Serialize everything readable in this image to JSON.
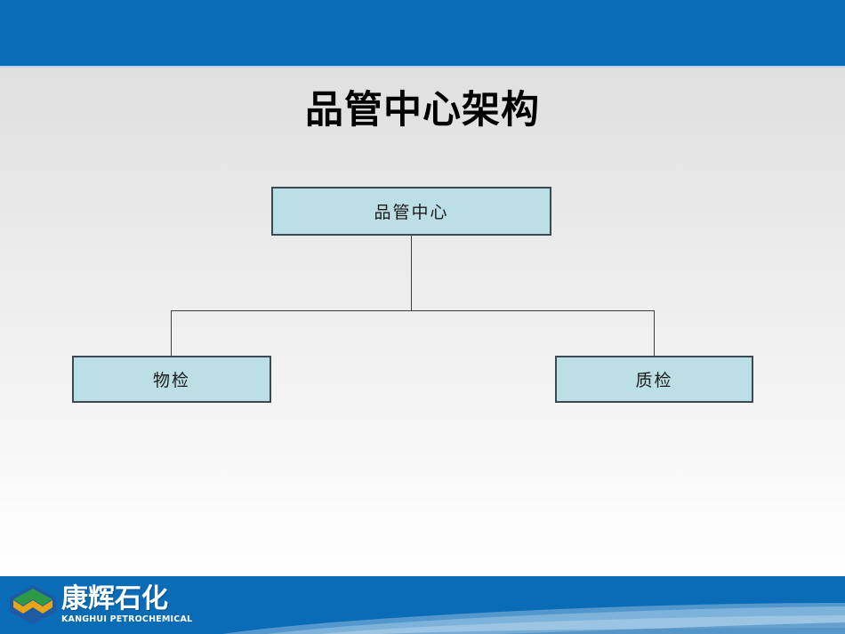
{
  "slide": {
    "title": "品管中心架构",
    "background_top_color": "#dedede",
    "background_bottom_color": "#ffffff",
    "banner_color": "#0a6cb7"
  },
  "org_chart": {
    "node_fill_color": "#bbdfe5",
    "node_border_color": "#3b4a52",
    "connector_color": "#3d3d3d",
    "root": {
      "label": "品管中心"
    },
    "children": [
      {
        "label": "物检"
      },
      {
        "label": "质检"
      }
    ]
  },
  "footer": {
    "logo_icon": "kanghui-diamond-logo-icon",
    "company_cn": "康辉石化",
    "company_en": "KANGHUI PETROCHEMICAL",
    "logo_green": "#2c9a47",
    "logo_orange": "#e8a317",
    "logo_blue": "#1d5ba4",
    "bar_color": "#0a6cb7"
  }
}
